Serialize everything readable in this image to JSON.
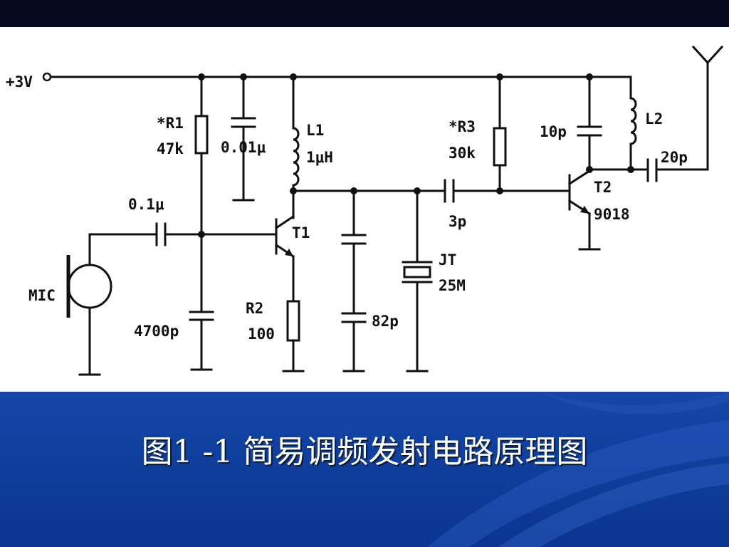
{
  "caption": "图1 -1 简易调频发射电路原理图",
  "labels": {
    "supply": "+3V",
    "r1_name": "*R1",
    "r1_value": "47k",
    "c_decouple": "0.01μ",
    "l1_name": "L1",
    "l1_value": "1μH",
    "c_couple_in": "0.1μ",
    "t1": "T1",
    "mic": "MIC",
    "c_bias": "4700p",
    "r2_name": "R2",
    "r2_value": "100",
    "c_tank": "82p",
    "xtal_name": "JT",
    "xtal_value": "25M",
    "c_couple_out": "3p",
    "r3_name": "*R3",
    "r3_value": "30k",
    "c_l2": "10p",
    "l2_name": "L2",
    "t2_name": "T2",
    "t2_value": "9018",
    "c_ant": "20p"
  },
  "colors": {
    "top_bar": "#050a1e",
    "caption_bg": "#0d3c99",
    "caption_text": "#ffffff",
    "line": "#111111"
  }
}
